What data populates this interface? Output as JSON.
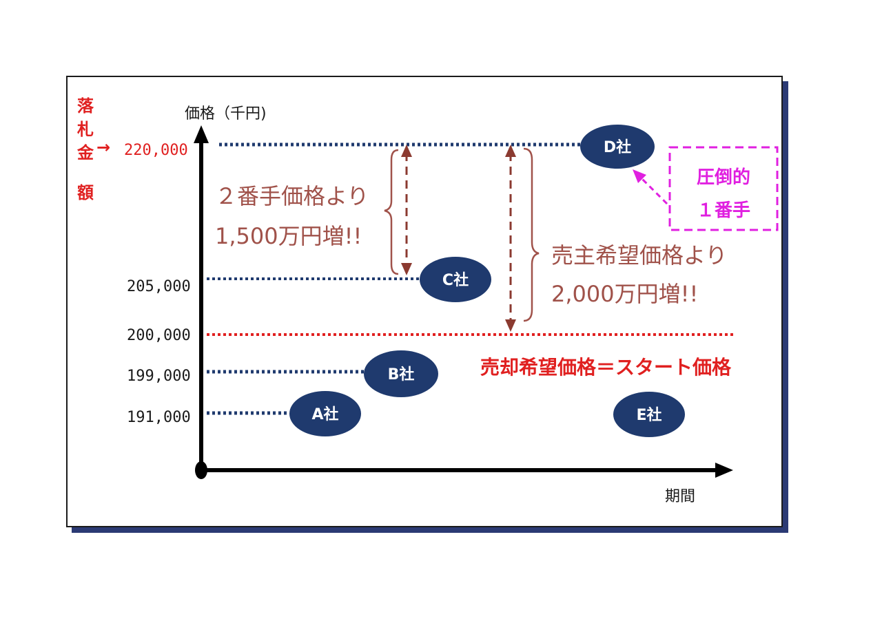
{
  "y_axis_title": "価格（千円)",
  "x_axis_title": "期間",
  "winning_bid_label": [
    "落",
    "札",
    "金",
    "額"
  ],
  "winning_bid_arrow": "→",
  "price_labels": [
    "220,000",
    "205,000",
    "200,000",
    "199,000",
    "191,000"
  ],
  "companies": [
    {
      "name": "A社",
      "price": "191,000"
    },
    {
      "name": "B社",
      "price": "199,000"
    },
    {
      "name": "C社",
      "price": "205,000"
    },
    {
      "name": "D社",
      "price": "220,000"
    },
    {
      "name": "E社",
      "price": ""
    }
  ],
  "note_second": [
    "２番手価格より",
    "1,500万円増!!"
  ],
  "note_seller": [
    "売主希望価格より",
    "2,000万円増!!"
  ],
  "start_price_label": "売却希望価格＝スタート価格",
  "overwhelming_box": [
    "圧倒的",
    "１番手"
  ],
  "colors": {
    "navy": "#1f3a6e",
    "red": "#e02020",
    "brown": "#a0524a",
    "magenta": "#e020e0"
  }
}
